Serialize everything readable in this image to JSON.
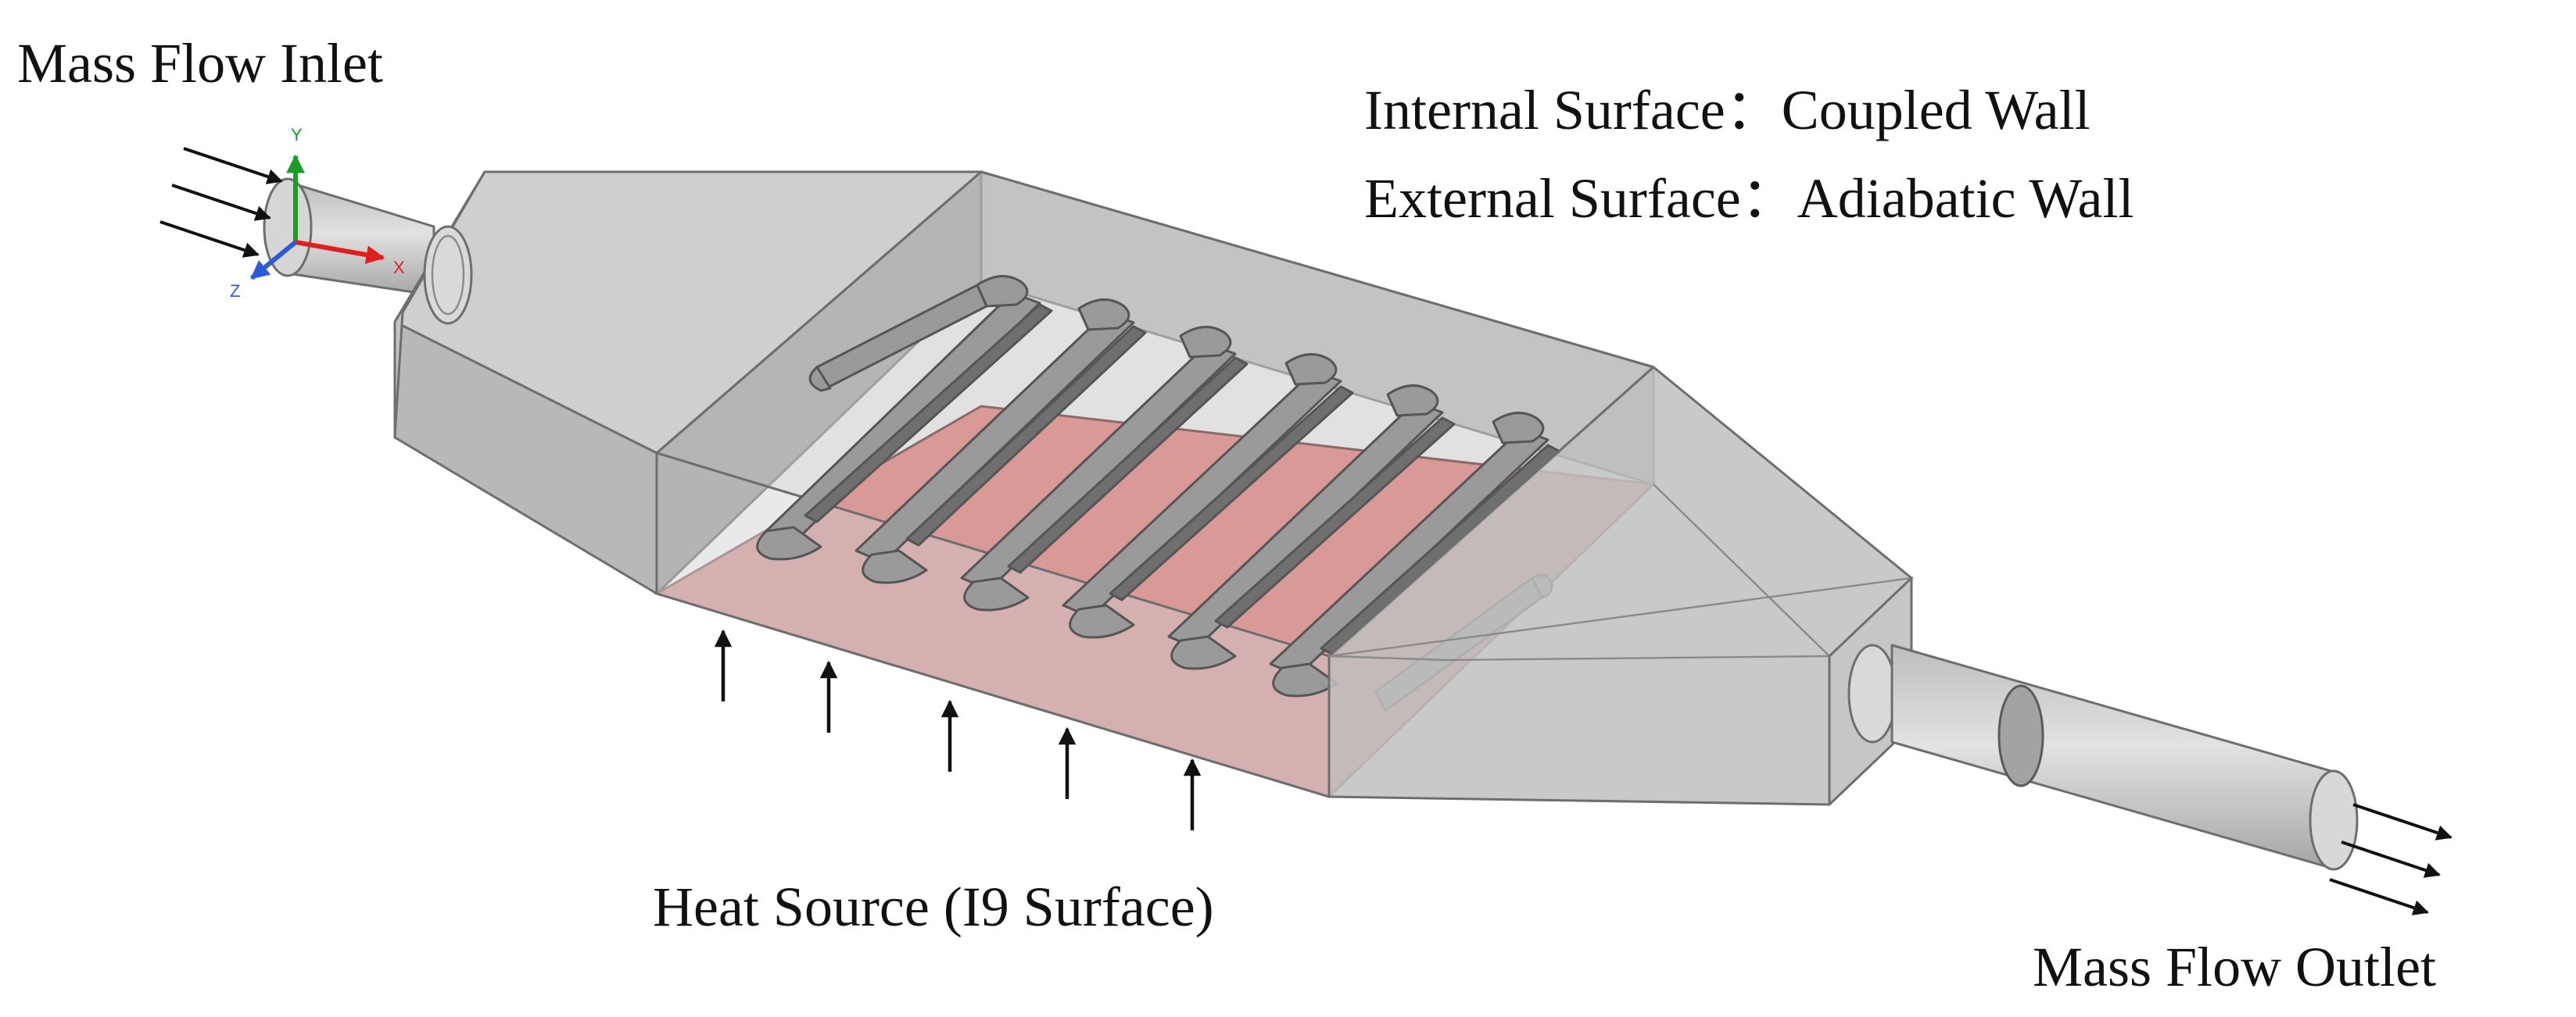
{
  "labels": {
    "inlet": "Mass Flow Inlet",
    "outlet": "Mass Flow Outlet",
    "internal": "Internal Surface：Coupled Wall",
    "external": "External Surface：Adiabatic Wall",
    "heat_source": "Heat Source (I9 Surface)"
  },
  "triad": {
    "x": "X",
    "y": "Y",
    "z": "Z"
  },
  "colors": {
    "body": "#c9c9c9",
    "body_dark": "#a9a9a9",
    "heated_surface": "#d99a97",
    "channel": "#8f8f8f",
    "axis_x": "#e02020",
    "axis_y": "#1c9a2a",
    "axis_z": "#2d5bd6"
  },
  "icons": [
    "flow-arrow-icon",
    "heat-flux-arrow-icon",
    "coordinate-triad-icon"
  ]
}
